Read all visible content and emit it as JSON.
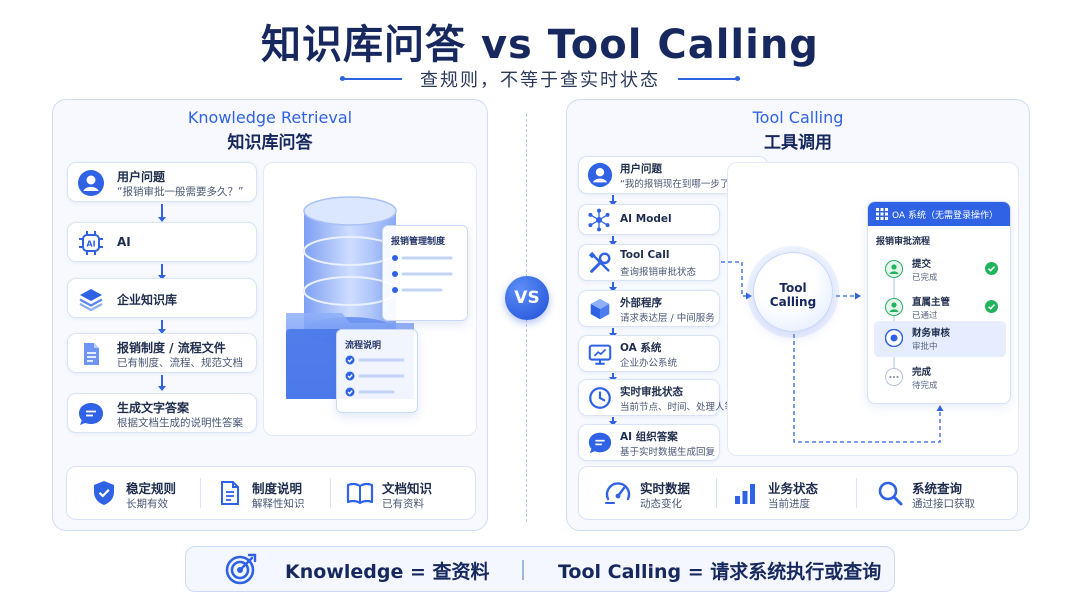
{
  "header": {
    "title": "知识库问答 vs Tool Calling",
    "subtitle": "查规则，不等于查实时状态"
  },
  "vs_label": "VS",
  "left_panel": {
    "title_en": "Knowledge Retrieval",
    "title_zh": "知识库问答",
    "steps": [
      {
        "title": "用户问题",
        "subtitle": "“报销审批一般需要多久？”",
        "icon": "user-icon"
      },
      {
        "title": "AI",
        "subtitle": "",
        "icon": "ai-icon"
      },
      {
        "title": "企业知识库",
        "subtitle": "",
        "icon": "layers-icon"
      },
      {
        "title": "报销制度 / 流程文件",
        "subtitle": "已有制度、流程、规范文档",
        "icon": "document-icon"
      },
      {
        "title": "生成文字答案",
        "subtitle": "根据文档生成的说明性答案",
        "icon": "chat-icon"
      }
    ],
    "illustration": {
      "doc_front": "流程说明",
      "doc_back": "报销管理制度"
    },
    "features": [
      {
        "title": "稳定规则",
        "subtitle": "长期有效",
        "icon": "shield-check-icon"
      },
      {
        "title": "制度说明",
        "subtitle": "解释性知识",
        "icon": "file-text-icon"
      },
      {
        "title": "文档知识",
        "subtitle": "已有资料",
        "icon": "book-icon"
      }
    ]
  },
  "right_panel": {
    "title_en": "Tool Calling",
    "title_zh": "工具调用",
    "steps": [
      {
        "title": "用户问题",
        "subtitle": "“我的报销现在到哪一步了？”",
        "icon": "user-icon"
      },
      {
        "title": "AI Model",
        "subtitle": "",
        "icon": "network-icon"
      },
      {
        "title": "Tool Call",
        "subtitle": "查询报销审批状态",
        "icon": "tools-icon"
      },
      {
        "title": "外部程序",
        "subtitle": "请求表达层 / 中间服务",
        "icon": "cube-icon"
      },
      {
        "title": "OA 系统",
        "subtitle": "企业办公系统",
        "icon": "monitor-icon"
      },
      {
        "title": "实时审批状态",
        "subtitle": "当前节点、时间、处理人等",
        "icon": "clock-icon"
      },
      {
        "title": "AI 组织答案",
        "subtitle": "基于实时数据生成回复",
        "icon": "chat-icon"
      }
    ],
    "tool_bubble": {
      "line1": "Tool",
      "line2": "Calling"
    },
    "oa_card": {
      "header": "OA 系统（无需登录操作）",
      "flow_title": "报销审批流程",
      "steps": [
        {
          "name": "提交",
          "status": "已完成",
          "state": "done"
        },
        {
          "name": "直属主管",
          "status": "已通过",
          "state": "done"
        },
        {
          "name": "财务审核",
          "status": "审批中",
          "state": "active"
        },
        {
          "name": "完成",
          "status": "待完成",
          "state": "pending"
        }
      ]
    },
    "features": [
      {
        "title": "实时数据",
        "subtitle": "动态变化",
        "icon": "speedometer-icon"
      },
      {
        "title": "业务状态",
        "subtitle": "当前进度",
        "icon": "bar-chart-icon"
      },
      {
        "title": "系统查询",
        "subtitle": "通过接口获取",
        "icon": "search-icon"
      }
    ]
  },
  "bottom": {
    "left": "Knowledge = 查资料",
    "right": "Tool Calling = 请求系统执行或查询",
    "icon": "target-icon"
  },
  "colors": {
    "accent": "#2f62e5",
    "title": "#16285e",
    "success": "#22b35e"
  }
}
